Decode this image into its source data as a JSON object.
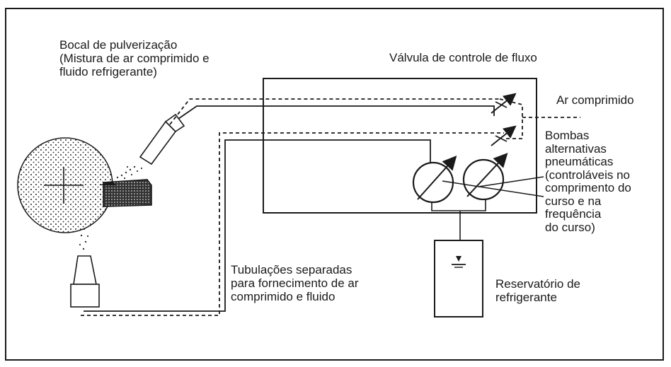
{
  "diagram": {
    "nozzle_label": [
      "Bocal de pulverização",
      "(Mistura de ar comprimido e",
      "fluido refrigerante)"
    ],
    "valve_label": "Válvula de controle de fluxo",
    "air_label": "Ar comprimido",
    "pumps_label": [
      "Bombas",
      "alternativas",
      "pneumáticas",
      "(controláveis no",
      "comprimento do",
      "curso e na",
      "frequência",
      "do curso)"
    ],
    "tubes_label": [
      "Tubulações separadas",
      "para fornecimento de ar",
      "comprimido e fluido"
    ],
    "reservoir_label": [
      "Reservatório de",
      "refrigerante"
    ]
  },
  "colors": {
    "ink": "#1a1a1a",
    "background": "#ffffff"
  }
}
